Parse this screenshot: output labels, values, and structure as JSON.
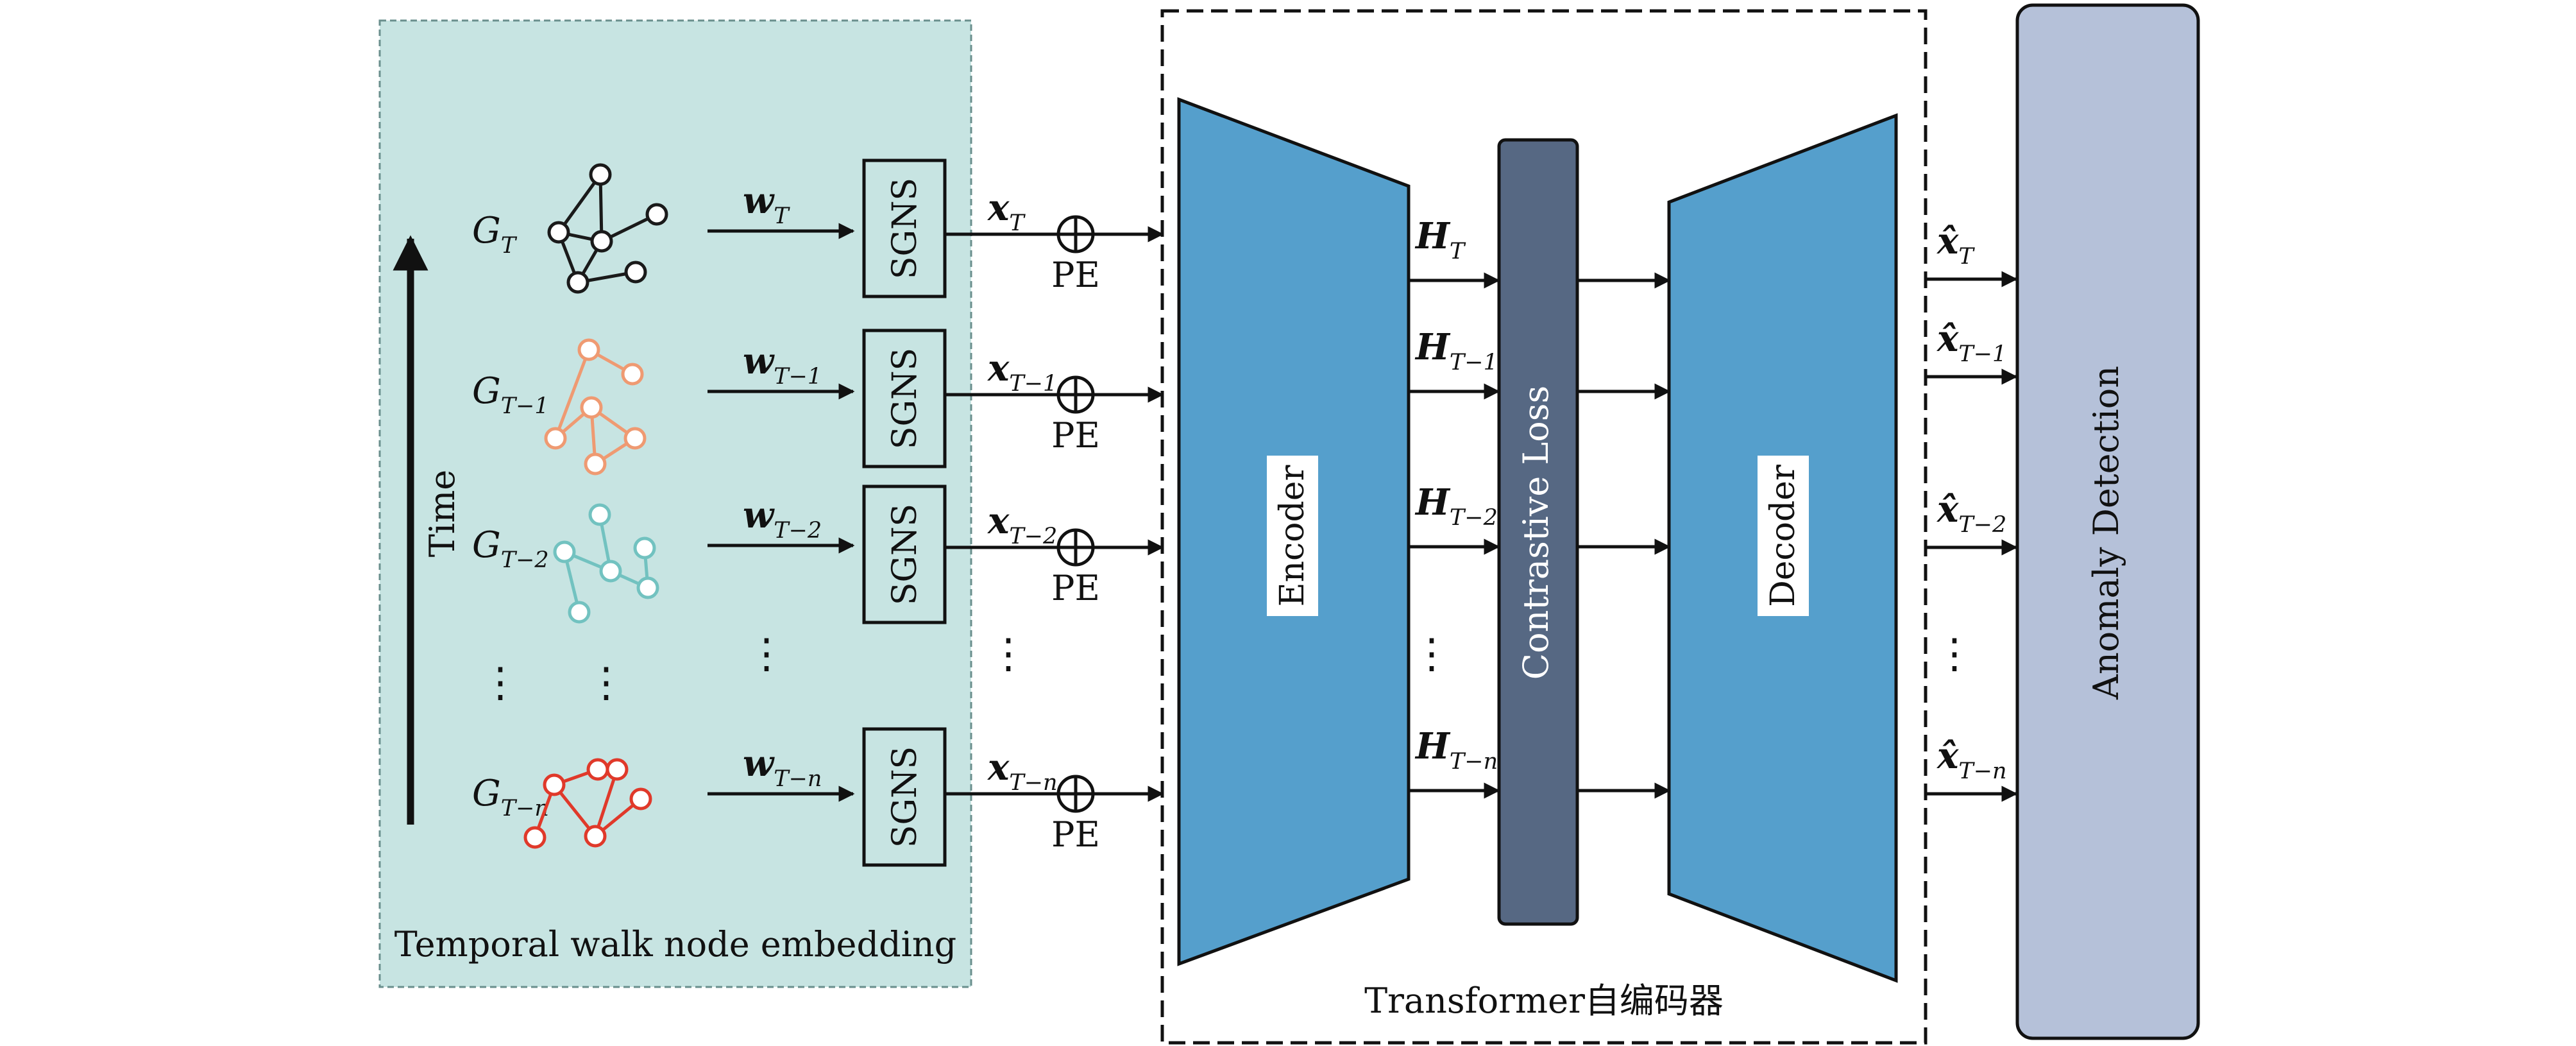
{
  "colors": {
    "embed_panel_fill": "#c7e4e2",
    "encoder_decoder_fill": "#559fcc",
    "contrastive_bar_fill": "#566883",
    "anomaly_fill": "#b5c1d9",
    "graph_T": "#1a1a1a",
    "graph_T1": "#ef9a72",
    "graph_T2": "#72c2c0",
    "graph_Tn": "#e0392a"
  },
  "embedding_panel": {
    "caption": "Temporal walk node embedding",
    "time_label": "Time"
  },
  "rows": [
    {
      "graph_base": "G",
      "graph_sub": "T",
      "walk_base": "w",
      "walk_sub": "T",
      "sgns_label": "SGNS",
      "x_base": "x",
      "x_sub": "T",
      "pe_label": "PE",
      "h_base": "H",
      "h_sub": "T",
      "out_base": "x̂",
      "out_sub": "T"
    },
    {
      "graph_base": "G",
      "graph_sub": "T−1",
      "walk_base": "w",
      "walk_sub": "T−1",
      "sgns_label": "SGNS",
      "x_base": "x",
      "x_sub": "T−1",
      "pe_label": "PE",
      "h_base": "H",
      "h_sub": "T−1",
      "out_base": "x̂",
      "out_sub": "T−1"
    },
    {
      "graph_base": "G",
      "graph_sub": "T−2",
      "walk_base": "w",
      "walk_sub": "T−2",
      "sgns_label": "SGNS",
      "x_base": "x",
      "x_sub": "T−2",
      "pe_label": "PE",
      "h_base": "H",
      "h_sub": "T−2",
      "out_base": "x̂",
      "out_sub": "T−2"
    },
    {
      "graph_base": "G",
      "graph_sub": "T−n",
      "walk_base": "w",
      "walk_sub": "T−n",
      "sgns_label": "SGNS",
      "x_base": "x",
      "x_sub": "T−n",
      "pe_label": "PE",
      "h_base": "H",
      "h_sub": "T−n",
      "out_base": "x̂",
      "out_sub": "T−n"
    }
  ],
  "ellipsis": "⋮",
  "transformer": {
    "caption": "Transformer自编码器",
    "encoder_label": "Encoder",
    "contrastive_label": "Contrastive Loss",
    "decoder_label": "Decoder"
  },
  "anomaly_label": "Anomaly Detection"
}
